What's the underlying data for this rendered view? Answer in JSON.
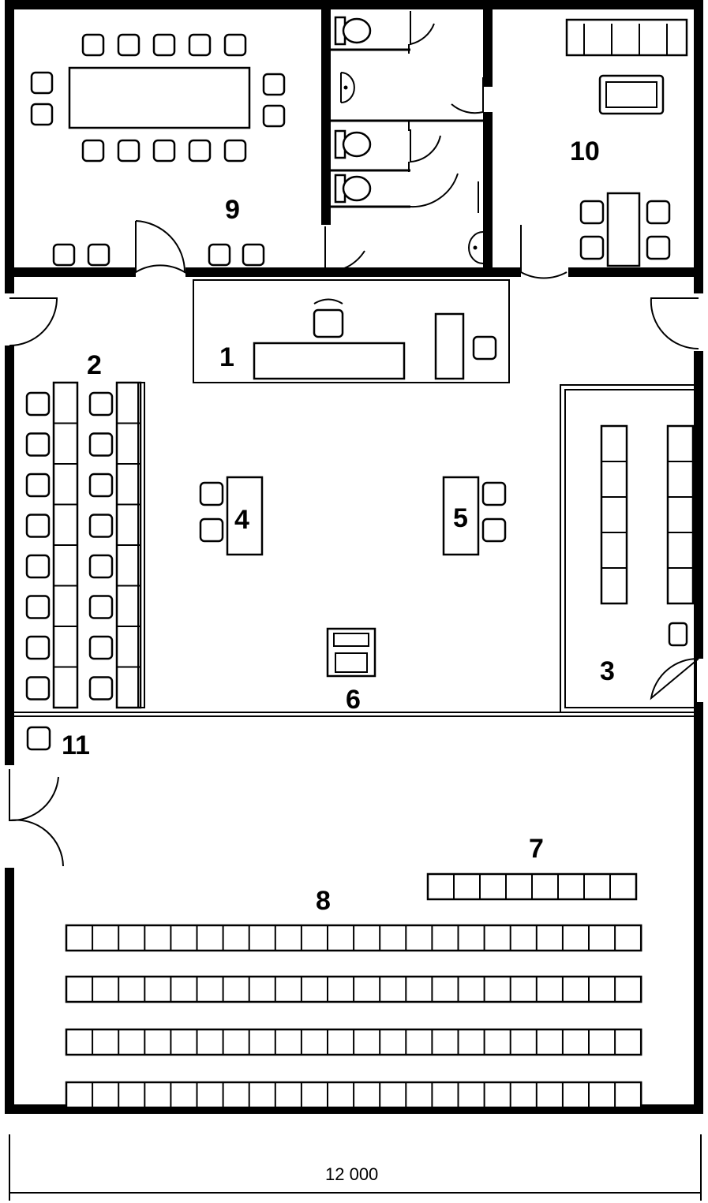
{
  "rooms": [
    {
      "number": "1"
    },
    {
      "number": "2"
    },
    {
      "number": "3"
    },
    {
      "number": "4"
    },
    {
      "number": "5"
    },
    {
      "number": "6"
    },
    {
      "number": "7"
    },
    {
      "number": "8"
    },
    {
      "number": "9"
    },
    {
      "number": "10"
    },
    {
      "number": "11"
    }
  ],
  "dimension": {
    "width_label": "12 000"
  }
}
